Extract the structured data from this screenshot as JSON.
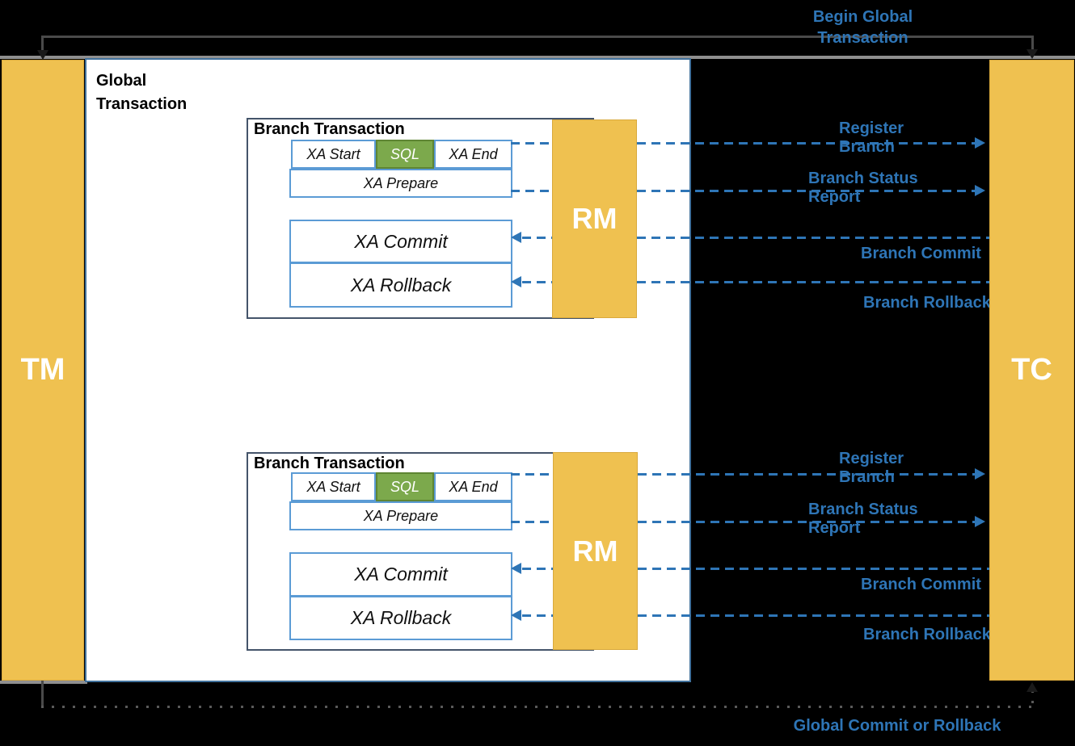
{
  "actors": {
    "tm": "TM",
    "tc": "TC"
  },
  "global_box": {
    "label": "Global Transaction"
  },
  "branches": [
    {
      "title": "Branch Transaction",
      "rm": "RM",
      "xa_start": "XA Start",
      "sql": "SQL",
      "xa_end": "XA End",
      "xa_prepare": "XA Prepare",
      "xa_commit": "XA Commit",
      "xa_rollback": "XA Rollback",
      "msg_register": "Register Branch",
      "msg_report": "Branch Status Report",
      "msg_commit": "Branch Commit",
      "msg_rollback": "Branch Rollback"
    },
    {
      "title": "Branch Transaction",
      "rm": "RM",
      "xa_start": "XA Start",
      "sql": "SQL",
      "xa_end": "XA End",
      "xa_prepare": "XA Prepare",
      "xa_commit": "XA Commit",
      "xa_rollback": "XA Rollback",
      "msg_register": "Register Branch",
      "msg_report": "Branch Status Report",
      "msg_commit": "Branch Commit",
      "msg_rollback": "Branch Rollback"
    }
  ],
  "flows": {
    "begin": "Begin Global Transaction",
    "end": "Global Commit or Rollback"
  },
  "colors": {
    "actor_fill": "#EFC150",
    "sql_fill": "#7CA94C",
    "message_blue": "#2E75B6",
    "branch_border": "#44546A",
    "inner_border": "#5B9BD5",
    "global_border": "#41719C"
  }
}
